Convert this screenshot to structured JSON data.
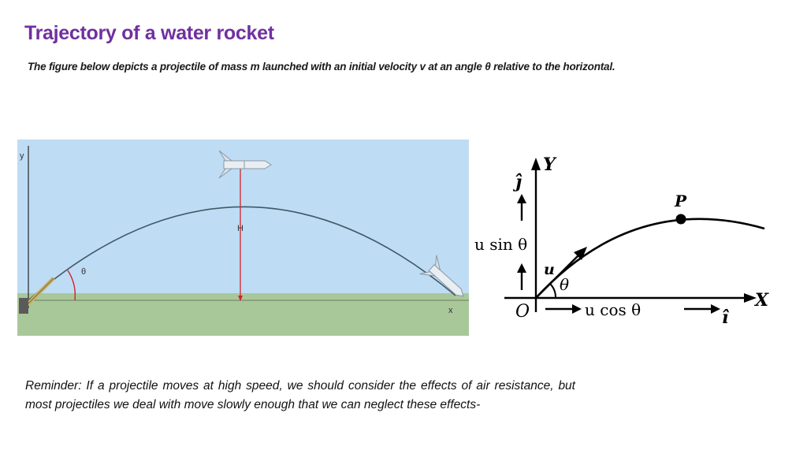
{
  "title": "Trajectory of a water rocket",
  "subtitle": "The figure below depicts a projectile of mass m launched with an initial velocity v at an angle θ relative to the horizontal.",
  "left_figure": {
    "y_axis_label": "y",
    "x_axis_label": "x",
    "height_label": "H",
    "angle_label": "θ",
    "colors": {
      "sky": "#bfdcf5",
      "ground": "#a9c89a",
      "trajectory": "#3f5a68",
      "height_line": "#d0232a"
    }
  },
  "right_figure": {
    "y_axis_label": "Y",
    "x_axis_label": "X",
    "origin_label": "O",
    "point_label": "P",
    "velocity_label": "u",
    "angle_label": "θ",
    "vertical_component_label": "u sin θ",
    "horizontal_component_label": "u cos θ",
    "j_unit_label": "ĵ",
    "i_unit_label": "î"
  },
  "reminder": "Reminder: If a projectile moves at high speed, we should consider the effects of air resistance, but most projectiles we deal with move slowly enough that we can neglect these effects-"
}
